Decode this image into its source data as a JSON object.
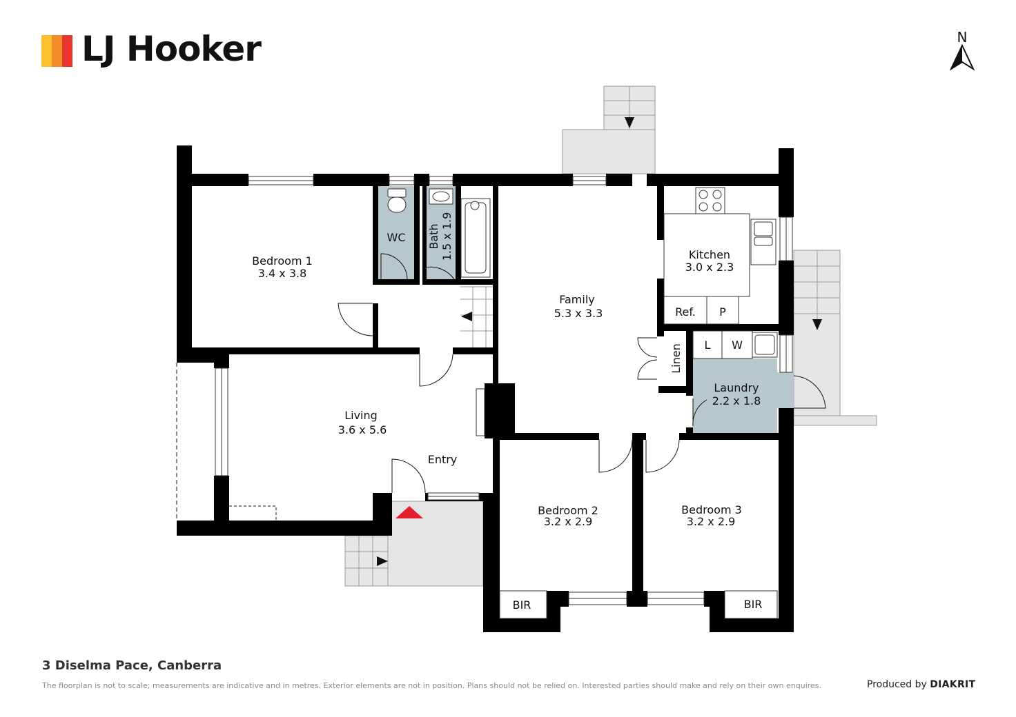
{
  "brand": {
    "name": "LJ Hooker",
    "colors": [
      "#fbc02d",
      "#f28b2a",
      "#e8362f"
    ]
  },
  "compass": {
    "label": "N",
    "icon": "north-arrow-icon"
  },
  "rooms": {
    "bedroom1": {
      "name": "Bedroom 1",
      "size": "3.4 x 3.8"
    },
    "wc": {
      "name": "WC"
    },
    "bath": {
      "name": "Bath",
      "size": "1.5 x 1.9"
    },
    "family": {
      "name": "Family",
      "size": "5.3 x 3.3"
    },
    "kitchen": {
      "name": "Kitchen",
      "size": "3.0 x 2.3"
    },
    "ref": {
      "name": "Ref."
    },
    "pantry": {
      "name": "P"
    },
    "linen": {
      "name": "Linen"
    },
    "laundry_l": {
      "name": "L"
    },
    "laundry_w": {
      "name": "W"
    },
    "laundry": {
      "name": "Laundry",
      "size": "2.2 x 1.8"
    },
    "living": {
      "name": "Living",
      "size": "3.6 x 5.6"
    },
    "entry": {
      "name": "Entry"
    },
    "bedroom2": {
      "name": "Bedroom 2",
      "size": "3.2 x 2.9"
    },
    "bedroom3": {
      "name": "Bedroom 3",
      "size": "3.2 x 2.9"
    },
    "bir_left": {
      "name": "BIR"
    },
    "bir_right": {
      "name": "BIR"
    }
  },
  "colors": {
    "wall": "#000000",
    "wet_area": "#b8c7cc",
    "outdoor": "#e6e6e6",
    "entry_marker": "#e31e2d"
  },
  "footer": {
    "address": "3 Diselma Pace, Canberra",
    "disclaimer": "The floorplan is not to scale; measurements are indicative and in metres. Exterior elements are not in position. Plans should not be relied on. Interested parties should make and rely on their own enquires.",
    "produced_by": "Produced by",
    "producer": "DIAKRIT"
  }
}
